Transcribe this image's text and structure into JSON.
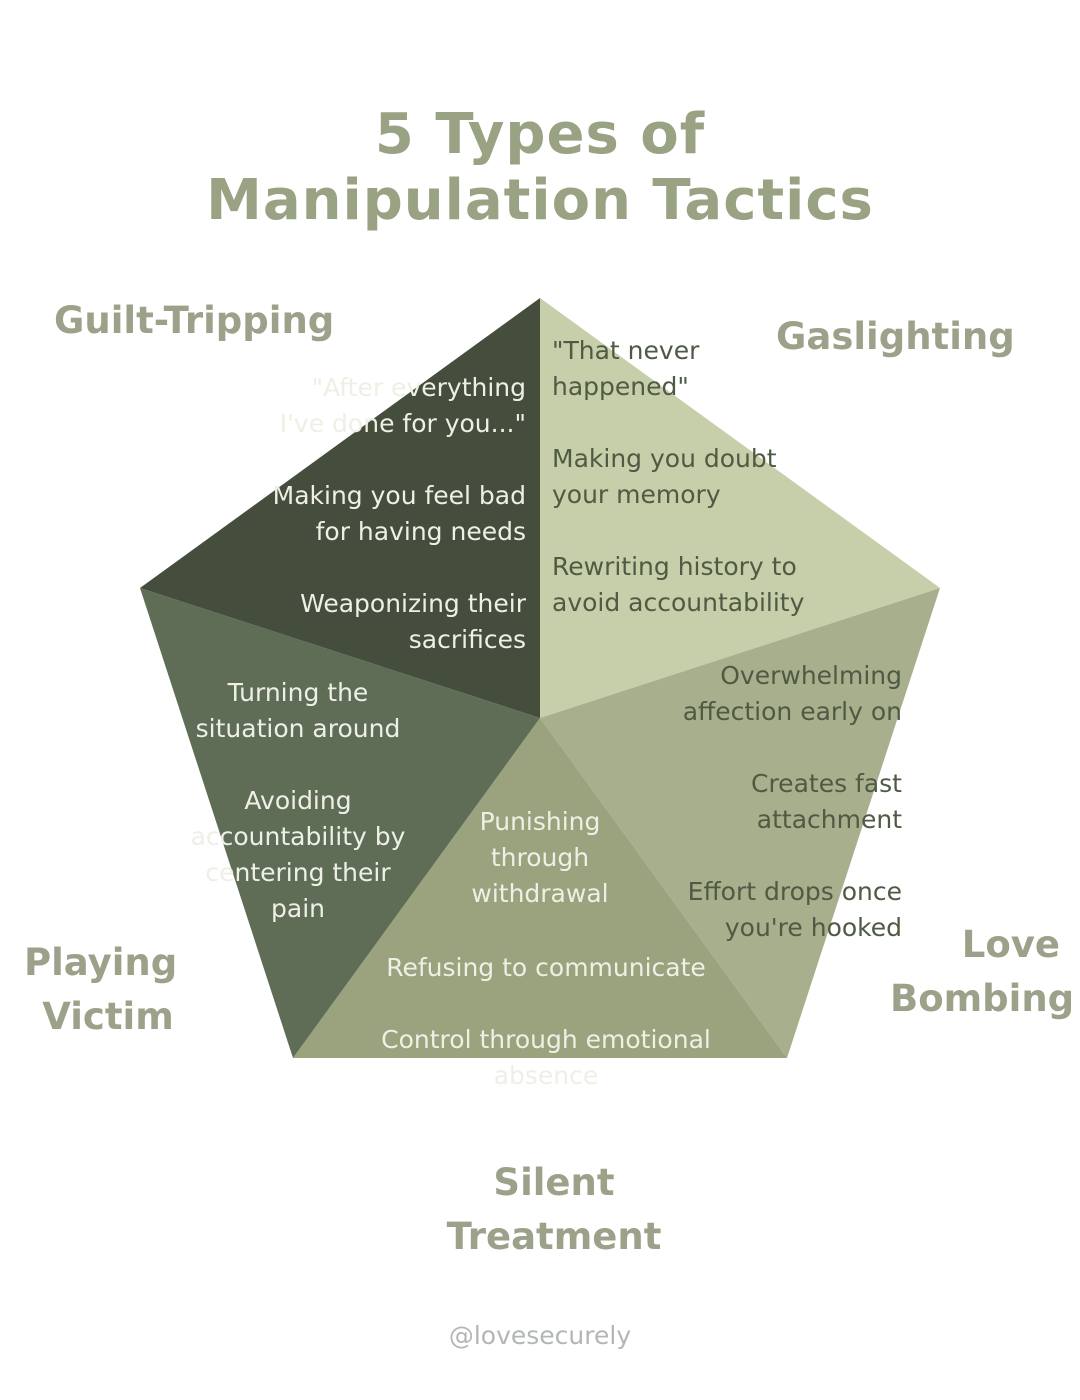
{
  "title": {
    "line1": "5 Types of",
    "line2": "Manipulation Tactics"
  },
  "colors": {
    "gaslighting": "#c6cfa9",
    "love_bombing": "#a8af8c",
    "silent_treatment": "#9aa27e",
    "playing_victim": "#5f6d57",
    "guilt_tripping": "#454e3d",
    "title": "#9aa284"
  },
  "categories": [
    {
      "key": "gaslighting",
      "name_lines": [
        "Gaslighting"
      ],
      "items": [
        "\"That never",
        "happened\"",
        "",
        "Making you doubt",
        "your memory",
        "",
        "Rewriting history to",
        "avoid accountability"
      ]
    },
    {
      "key": "love_bombing",
      "name_lines": [
        "Love",
        "Bombing"
      ],
      "items": [
        "Overwhelming",
        "affection early on",
        "",
        "Creates fast",
        "attachment",
        "",
        "Effort drops once",
        "you're hooked"
      ]
    },
    {
      "key": "silent_treatment",
      "name_lines": [
        "Silent",
        "Treatment"
      ],
      "items": [
        "Punishing",
        "through",
        "withdrawal",
        "",
        "Refusing to communicate",
        "",
        "Control through emotional",
        "absence"
      ]
    },
    {
      "key": "playing_victim",
      "name_lines": [
        "Playing",
        "Victim"
      ],
      "items": [
        "Turning the",
        "situation around",
        "",
        "Avoiding",
        "accountability by",
        "centering their",
        "pain"
      ]
    },
    {
      "key": "guilt_tripping",
      "name_lines": [
        "Guilt-Tripping"
      ],
      "items": [
        "\"After everything",
        "I've done for you...\"",
        "",
        "Making you feel bad",
        "for having needs",
        "",
        "Weaponizing their",
        "sacrifices"
      ]
    }
  ],
  "credit": "@lovesecurely"
}
